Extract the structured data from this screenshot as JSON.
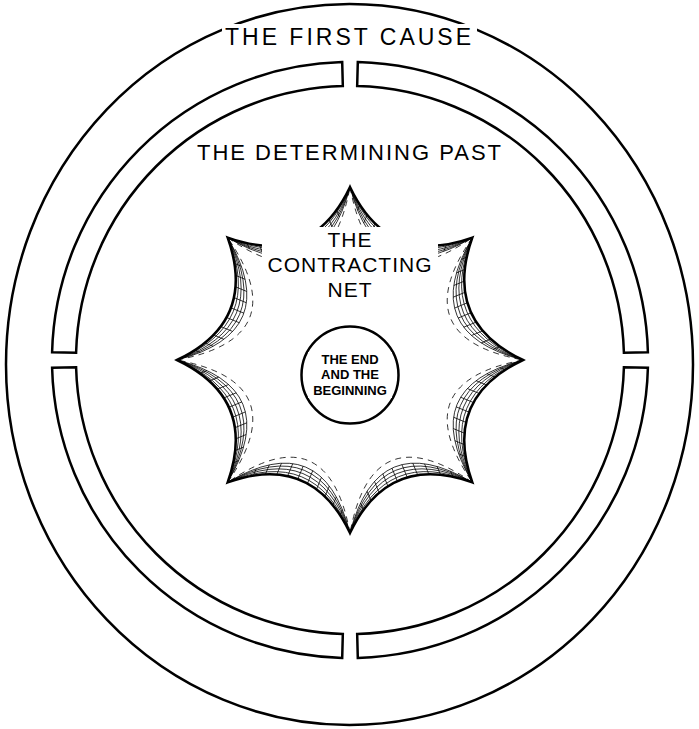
{
  "diagram": {
    "nodes": [
      {
        "text": [
          "THE FIRST CAUSE"
        ]
      },
      {
        "text": [
          "THE DETERMINING PAST"
        ],
        "in": 0
      },
      {
        "text": [
          "THE CONTRACTING NET"
        ],
        "in": 1
      },
      {
        "text": [
          "THE END AND THE BEGINNING"
        ],
        "in": 2
      }
    ]
  }
}
